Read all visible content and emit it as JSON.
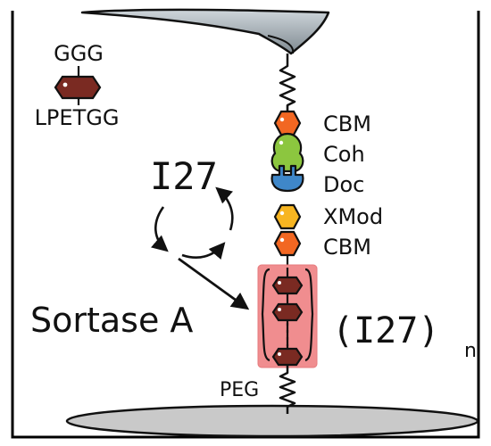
{
  "legend": {
    "top_label": "GGG",
    "bottom_label": "LPETGG"
  },
  "chain": {
    "labels": [
      "CBM",
      "Coh",
      "Doc",
      "XMod",
      "CBM"
    ]
  },
  "cycle": {
    "label": "I27"
  },
  "enzyme": {
    "label": "Sortase A"
  },
  "polyprotein": {
    "label": "(I27)",
    "subscript": "n"
  },
  "linker": {
    "label": "PEG"
  },
  "colors": {
    "frame": "#000000",
    "cantilever": "#9aa4ab",
    "cbm": "#f26722",
    "cohesin": "#8cc63f",
    "dockerin": "#3f87c9",
    "xmod": "#f7b521",
    "i27": "#7a2a22",
    "highlight_box": "#f08d8f",
    "surface": "#c9c9c9"
  }
}
